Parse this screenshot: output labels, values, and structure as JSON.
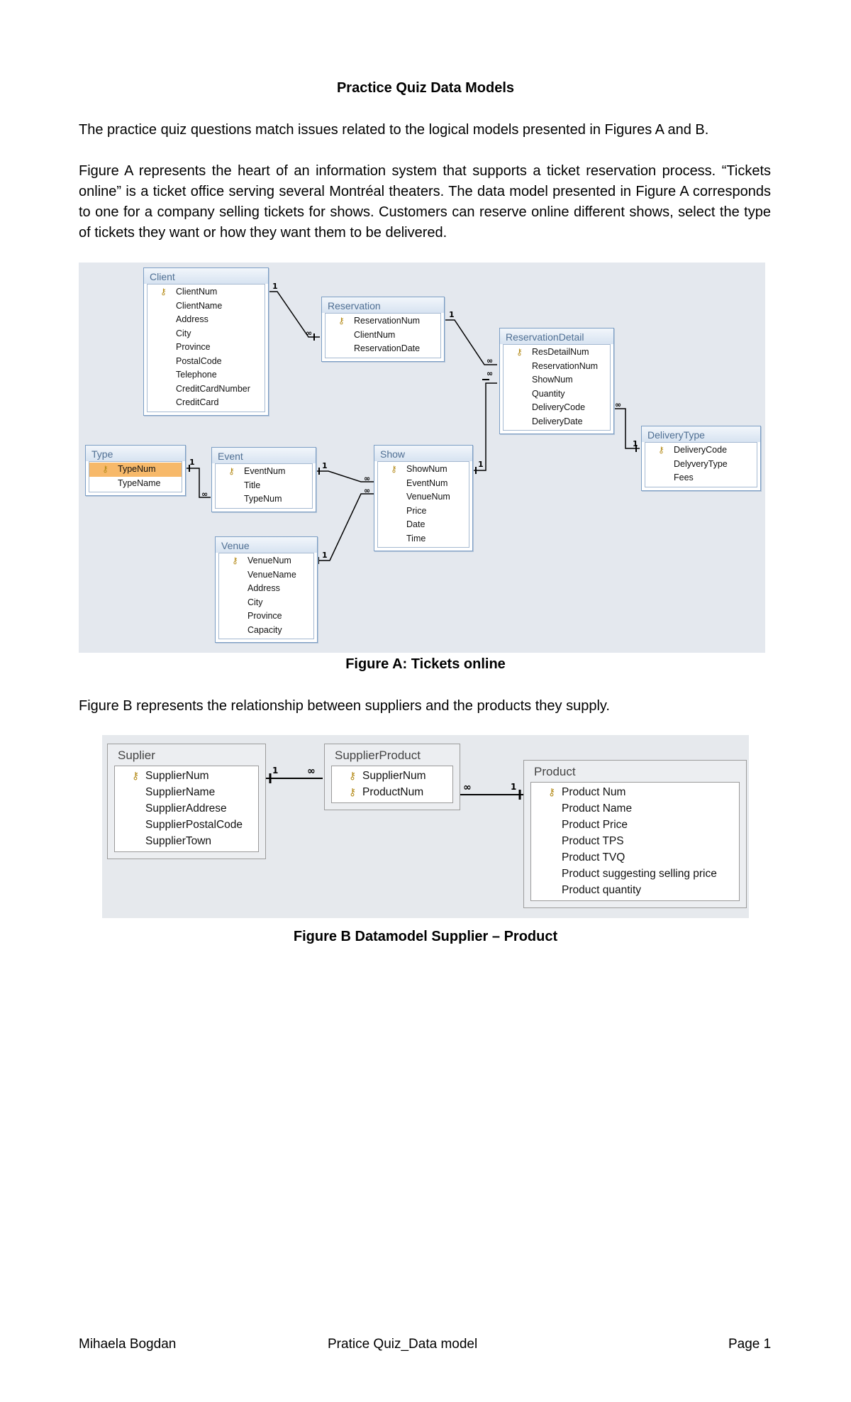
{
  "title": "Practice Quiz Data Models",
  "intro": "The practice quiz questions match issues related to the logical models presented in Figures A and B.",
  "paragraph_a": "Figure A represents the heart of an information system that supports a ticket reservation process. “Tickets online” is a ticket office serving several Montréal theaters. The data model presented in Figure A corresponds to one for a company selling tickets for shows. Customers can reserve online different shows, select the type of tickets they want or how they want them to be delivered.",
  "figure_a": {
    "caption": "Figure A: Tickets online",
    "tables": {
      "client": {
        "name": "Client",
        "fields": [
          {
            "name": "ClientNum",
            "key": true
          },
          {
            "name": "ClientName"
          },
          {
            "name": "Address"
          },
          {
            "name": "City"
          },
          {
            "name": "Province"
          },
          {
            "name": "PostalCode"
          },
          {
            "name": "Telephone"
          },
          {
            "name": "CreditCardNumber"
          },
          {
            "name": "CreditCard"
          }
        ]
      },
      "reservation": {
        "name": "Reservation",
        "fields": [
          {
            "name": "ReservationNum",
            "key": true
          },
          {
            "name": "ClientNum"
          },
          {
            "name": "ReservationDate"
          }
        ]
      },
      "reservation_detail": {
        "name": "ReservationDetail",
        "fields": [
          {
            "name": "ResDetailNum",
            "key": true
          },
          {
            "name": "ReservationNum"
          },
          {
            "name": "ShowNum"
          },
          {
            "name": "Quantity"
          },
          {
            "name": "DeliveryCode"
          },
          {
            "name": "DeliveryDate"
          }
        ]
      },
      "delivery_type": {
        "name": "DeliveryType",
        "fields": [
          {
            "name": "DeliveryCode",
            "key": true
          },
          {
            "name": "DelyveryType"
          },
          {
            "name": "Fees"
          }
        ]
      },
      "type": {
        "name": "Type",
        "fields": [
          {
            "name": "TypeNum",
            "key": true,
            "selected": true
          },
          {
            "name": "TypeName"
          }
        ]
      },
      "event": {
        "name": "Event",
        "fields": [
          {
            "name": "EventNum",
            "key": true
          },
          {
            "name": "Title"
          },
          {
            "name": "TypeNum"
          }
        ]
      },
      "show": {
        "name": "Show",
        "fields": [
          {
            "name": "ShowNum",
            "key": true
          },
          {
            "name": "EventNum"
          },
          {
            "name": "VenueNum"
          },
          {
            "name": "Price"
          },
          {
            "name": "Date"
          },
          {
            "name": "Time"
          }
        ]
      },
      "venue": {
        "name": "Venue",
        "fields": [
          {
            "name": "VenueNum",
            "key": true
          },
          {
            "name": "VenueName"
          },
          {
            "name": "Address"
          },
          {
            "name": "City"
          },
          {
            "name": "Province"
          },
          {
            "name": "Capacity"
          }
        ]
      }
    },
    "one_label": "1",
    "many_label": "∞"
  },
  "paragraph_b": "Figure B represents the relationship between suppliers and the products they supply.",
  "figure_b": {
    "caption": "Figure B Datamodel Supplier – Product",
    "tables": {
      "suplier": {
        "name": "Suplier",
        "fields": [
          {
            "name": "SupplierNum",
            "key": true
          },
          {
            "name": "SupplierName"
          },
          {
            "name": "SupplierAddrese"
          },
          {
            "name": "SupplierPostalCode"
          },
          {
            "name": "SupplierTown"
          }
        ]
      },
      "supplier_product": {
        "name": "SupplierProduct",
        "fields": [
          {
            "name": "SupplierNum",
            "key": true
          },
          {
            "name": "ProductNum",
            "key": true
          }
        ]
      },
      "product": {
        "name": "Product",
        "fields": [
          {
            "name": "Product Num",
            "key": true
          },
          {
            "name": "Product Name"
          },
          {
            "name": "Product Price"
          },
          {
            "name": "Product TPS"
          },
          {
            "name": "Product TVQ"
          },
          {
            "name": "Product suggesting selling price"
          },
          {
            "name": "Product quantity"
          }
        ]
      }
    }
  },
  "footer": {
    "author": "Mihaela Bogdan",
    "center": "Pratice Quiz_Data model",
    "page": "Page 1"
  }
}
